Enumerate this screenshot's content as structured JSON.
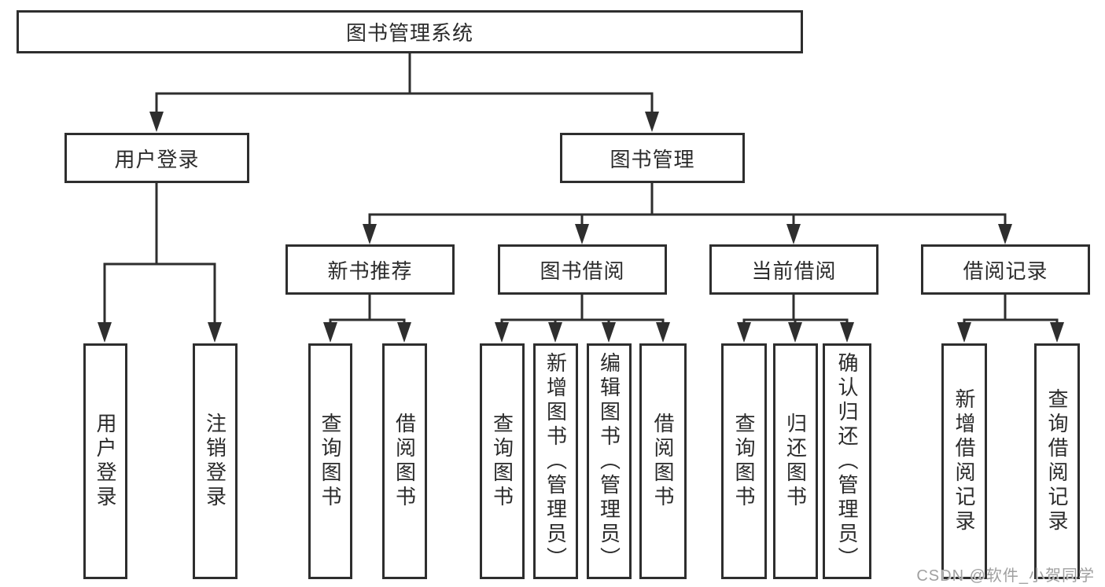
{
  "nodes": {
    "root": "图书管理系统",
    "userLogin": "用户登录",
    "bookMgmt": "图书管理",
    "newBookRec": "新书推荐",
    "bookBorrow": "图书借阅",
    "currentBorrow": "当前借阅",
    "borrowRecords": "借阅记录",
    "leafUserLogin": "用户登录",
    "leafLogout": "注销登录",
    "leafQueryBooks1": "查询图书",
    "leafBorrowBooks1": "借阅图书",
    "leafQueryBooks2": "查询图书",
    "leafAddBooks": "新增图书（管理员）",
    "leafEditBooks": "编辑图书（管理员）",
    "leafBorrowBooks2": "借阅图书",
    "leafQueryBooks3": "查询图书",
    "leafReturnBooks": "归还图书",
    "leafConfirmReturn": "确认归还（管理员）",
    "leafAddBorrowRecord": "新增借阅记录",
    "leafQueryBorrowRecord": "查询借阅记录"
  },
  "watermark": "CSDN @软件_小贺同学",
  "colors": {
    "line": "#2e2e2e",
    "text": "#2b2b2b",
    "background": "#ffffff",
    "watermark": "#a0a0a0"
  }
}
